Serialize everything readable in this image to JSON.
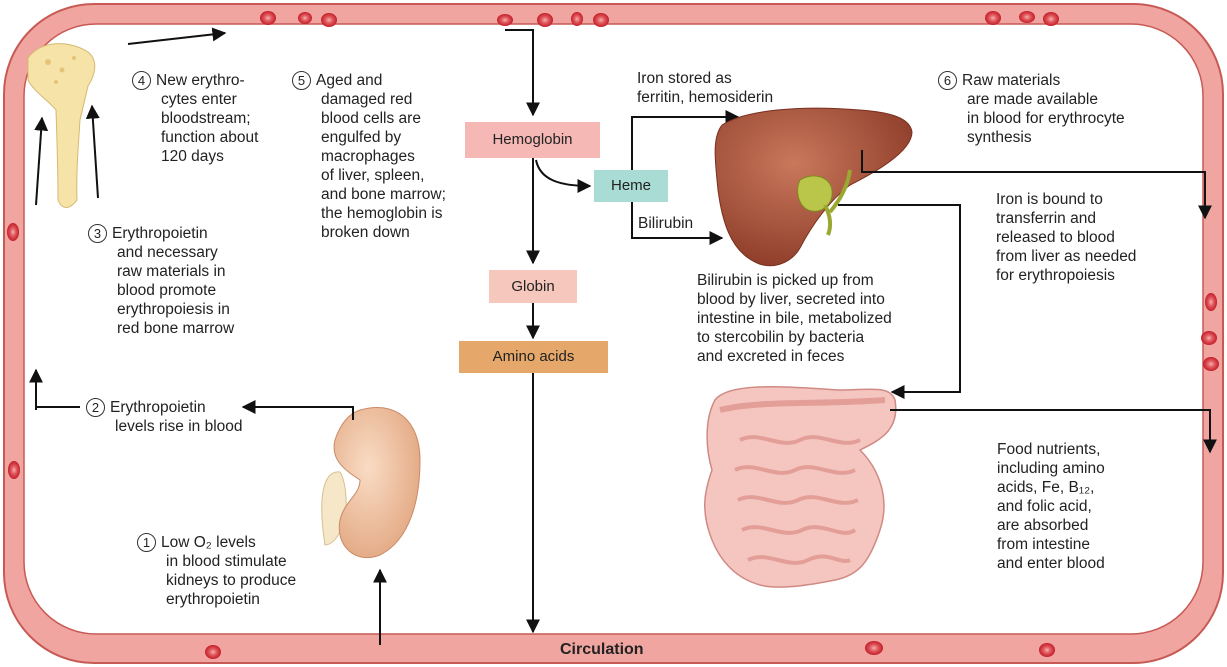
{
  "circulation_label": "Circulation",
  "boxes": {
    "hemoglobin": "Hemoglobin",
    "heme": "Heme",
    "globin": "Globin",
    "amino_acids": "Amino acids"
  },
  "steps": {
    "s1": {
      "num": "1",
      "lines": [
        "Low O₂ levels",
        "in blood stimulate",
        "kidneys to produce",
        "erythropoietin"
      ]
    },
    "s2": {
      "num": "2",
      "lines": [
        "Erythropoietin",
        "levels rise in blood"
      ]
    },
    "s3": {
      "num": "3",
      "lines": [
        "Erythropoietin",
        "and necessary",
        "raw materials in",
        "blood promote",
        "erythropoiesis in",
        "red bone marrow"
      ]
    },
    "s4": {
      "num": "4",
      "lines": [
        "New erythro-",
        "cytes enter",
        "bloodstream;",
        "function about",
        "120 days"
      ]
    },
    "s5": {
      "num": "5",
      "lines": [
        "Aged and",
        "damaged red",
        "blood cells are",
        "engulfed by",
        "macrophages",
        "of liver, spleen,",
        "and bone marrow;",
        "the hemoglobin is",
        "broken down"
      ]
    },
    "s6": {
      "num": "6",
      "lines": [
        "Raw materials",
        "are made available",
        "in blood for erythrocyte",
        "synthesis"
      ]
    }
  },
  "labels": {
    "iron_stored": [
      "Iron stored as",
      "ferritin, hemosiderin"
    ],
    "bilirubin_arrow": "Bilirubin",
    "iron_bound": [
      "Iron is bound to",
      "transferrin and",
      "released to blood",
      "from liver as needed",
      "for erythropoiesis"
    ],
    "bilirubin_text": [
      "Bilirubin is picked up from",
      "blood by liver, secreted into",
      "intestine in bile, metabolized",
      "to stercobilin by bacteria",
      "and excreted in feces"
    ],
    "food_nutrients": [
      "Food nutrients,",
      "including amino",
      "acids, Fe, B₁₂,",
      "and folic acid,",
      "are absorbed",
      "from intestine",
      "and enter blood"
    ]
  },
  "colors": {
    "vessel": "#f0a5a0",
    "vessel_edge": "#c85a55",
    "rbc": "#d63a3f",
    "hemoglobin_box": "#f5b8b5",
    "heme_box": "#a8dcd4",
    "globin_box": "#f6c7bc",
    "amino_box": "#e6a76a",
    "liver": "#a8523a",
    "kidney": "#f0c0a0",
    "bone": "#f6e3a8",
    "intestine": "#f5c6c0"
  }
}
